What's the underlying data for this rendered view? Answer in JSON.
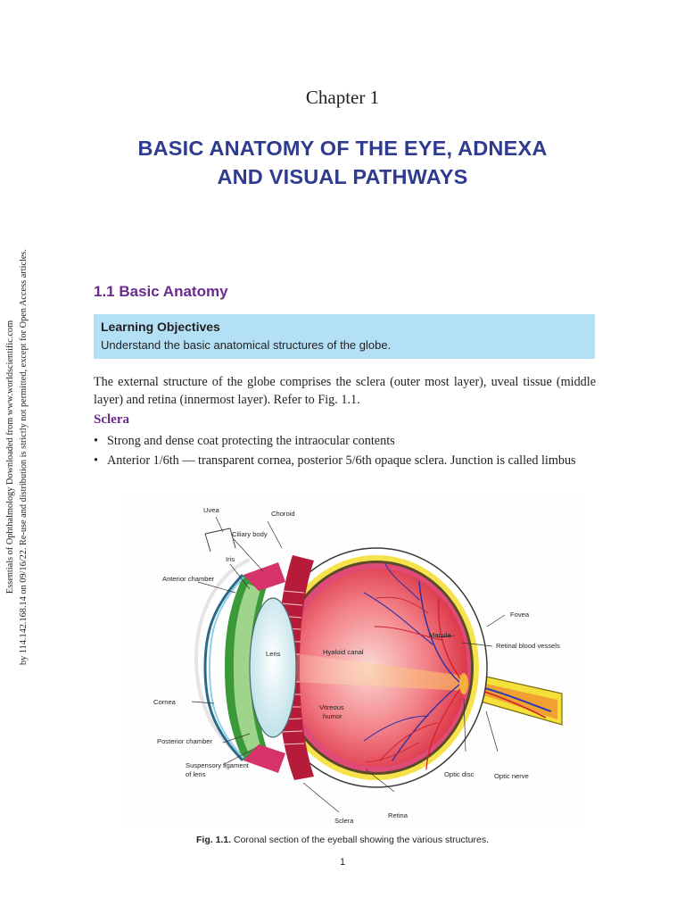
{
  "side_note": {
    "line1": "Essentials of Ophthalmology Downloaded from www.worldscientific.com",
    "line2": "by 114.142.168.14 on 09/16/22. Re-use and distribution is strictly not permitted, except for Open Access articles."
  },
  "chapter": {
    "label": "Chapter 1",
    "title_line1": "BASIC ANATOMY OF THE EYE, ADNEXA",
    "title_line2": "AND VISUAL PATHWAYS"
  },
  "section": {
    "heading": "1.1 Basic Anatomy"
  },
  "learning_objectives": {
    "title": "Learning Objectives",
    "text": "Understand the basic anatomical structures of the globe."
  },
  "intro_paragraph": "The external structure of the globe comprises the sclera (outer most layer), uveal tissue (middle layer) and retina (innermost layer). Refer to Fig. 1.1.",
  "sclera": {
    "heading": "Sclera",
    "bullets": [
      "Strong and dense coat protecting the intraocular contents",
      "Anterior 1/6th — transparent cornea, posterior 5/6th opaque sclera. Junction is called limbus"
    ]
  },
  "figure": {
    "labels": {
      "uvea": "Uvea",
      "choroid": "Choroid",
      "ciliary_body": "Ciliary body",
      "iris": "Iris",
      "anterior_chamber": "Anterior chamber",
      "lens": "Lens",
      "hyaloid_canal": "Hyaloid canal",
      "macula": "Macula",
      "fovea": "Fovea",
      "retinal_vessels": "Retinal blood vessels",
      "cornea": "Cornea",
      "vitreous_1": "Vitreous",
      "vitreous_2": "humor",
      "posterior_chamber": "Posterior chamber",
      "suspensory_1": "Suspensory ligament",
      "suspensory_2": "of lens",
      "optic_disc": "Optic disc",
      "optic_nerve": "Optic nerve",
      "sclera": "Sclera",
      "retina": "Retina"
    },
    "caption_label": "Fig. 1.1.",
    "caption_text": " Coronal section of the eyeball showing the various structures."
  },
  "page_number": "1"
}
